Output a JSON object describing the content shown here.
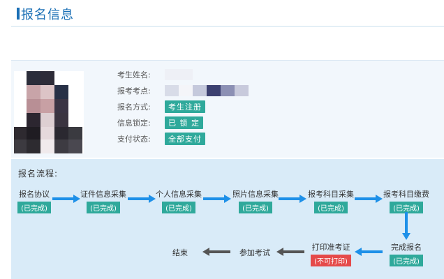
{
  "header": {
    "title": "报名信息"
  },
  "info": {
    "name_label": "考生姓名:",
    "site_label": "报考考点:",
    "method_label": "报名方式:",
    "method_value": "考生注册",
    "lock_label": "信息锁定:",
    "lock_value": "已 锁 定",
    "pay_label": "支付状态:",
    "pay_value": "全部支付"
  },
  "flow": {
    "title": "报名流程:",
    "steps": [
      {
        "label": "报名协议",
        "status": "(已完成)"
      },
      {
        "label": "证件信息采集",
        "status": "(已完成)"
      },
      {
        "label": "个人信息采集",
        "status": "(已完成)"
      },
      {
        "label": "照片信息采集",
        "status": "(已完成)"
      },
      {
        "label": "报考科目采集",
        "status": "(已完成)"
      },
      {
        "label": "报考科目缴费",
        "status": "(已完成)"
      },
      {
        "label": "完成报名",
        "status": "(已完成)"
      },
      {
        "label": "打印准考证",
        "status": "(不可打印)"
      },
      {
        "label": "参加考试",
        "status": ""
      },
      {
        "label": "结束",
        "status": ""
      }
    ]
  },
  "colors": {
    "accent": "#1a6fb5",
    "tag": "#2fa99b",
    "error": "#e54a4a",
    "arrow_blue": "#1e90e8",
    "arrow_gray": "#555555"
  }
}
